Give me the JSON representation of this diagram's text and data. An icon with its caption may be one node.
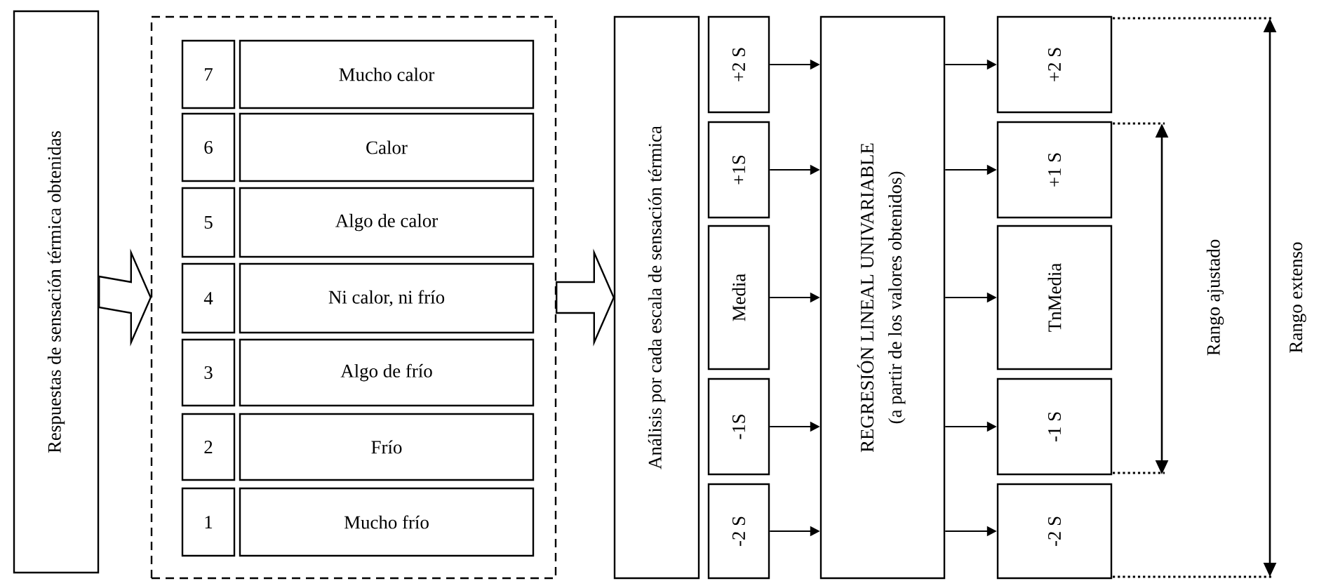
{
  "diagram": {
    "nodes": [
      {
        "text": [
          "Respuestas de sensación térmica obtenidas"
        ]
      },
      {
        "text": [],
        "shape": "box"
      },
      {
        "text": [
          "7"
        ],
        "in": 1
      },
      {
        "text": [
          "Mucho calor"
        ],
        "in": 1
      },
      {
        "text": [
          "6"
        ],
        "in": 1
      },
      {
        "text": [
          "Calor"
        ],
        "in": 1
      },
      {
        "text": [
          "5"
        ],
        "in": 1
      },
      {
        "text": [
          "Algo de calor"
        ],
        "in": 1
      },
      {
        "text": [
          "4"
        ],
        "in": 1
      },
      {
        "text": [
          "Ni calor, ni frío"
        ],
        "in": 1
      },
      {
        "text": [
          "3"
        ],
        "in": 1
      },
      {
        "text": [
          "Algo de frío"
        ],
        "in": 1
      },
      {
        "text": [
          "2"
        ],
        "in": 1
      },
      {
        "text": [
          "Frío"
        ],
        "in": 1
      },
      {
        "text": [
          "1"
        ],
        "in": 1
      },
      {
        "text": [
          "Mucho frío"
        ],
        "in": 1
      },
      {
        "text": [
          "Análisis por cada escala de sensación térmica"
        ]
      },
      {
        "text": [
          "+2 S"
        ]
      },
      {
        "text": [
          "+1S"
        ]
      },
      {
        "text": [
          "Media"
        ]
      },
      {
        "text": [
          "-1S"
        ]
      },
      {
        "text": [
          "-2 S"
        ]
      },
      {
        "text": [
          "REGRESIÓN LINEAL UNIVARIABLE",
          "(a partir de los valores obtenidos)"
        ]
      },
      {
        "text": [
          "+2 S"
        ]
      },
      {
        "text": [
          "+1 S"
        ]
      },
      {
        "text": [
          "TnMedia"
        ]
      },
      {
        "text": [
          "-1 S"
        ]
      },
      {
        "text": [
          "-2 S"
        ]
      }
    ],
    "edges": [
      {
        "from": 0,
        "to": 1,
        "arrow": "to"
      },
      {
        "from": 1,
        "to": 16,
        "arrow": "to"
      },
      {
        "from": 17,
        "to": 22,
        "arrow": "to"
      },
      {
        "from": 18,
        "to": 22,
        "arrow": "to"
      },
      {
        "from": 19,
        "to": 22,
        "arrow": "to"
      },
      {
        "from": 20,
        "to": 22,
        "arrow": "to"
      },
      {
        "from": 21,
        "to": 22,
        "arrow": "to"
      },
      {
        "from": 22,
        "to": 23,
        "arrow": "to"
      },
      {
        "from": 22,
        "to": 24,
        "arrow": "to"
      },
      {
        "from": 22,
        "to": 25,
        "arrow": "to"
      },
      {
        "from": 22,
        "to": 26,
        "arrow": "to"
      },
      {
        "from": 22,
        "to": 27,
        "arrow": "to"
      }
    ],
    "labels": [
      "Rango ajustado",
      "Rango extenso"
    ]
  }
}
